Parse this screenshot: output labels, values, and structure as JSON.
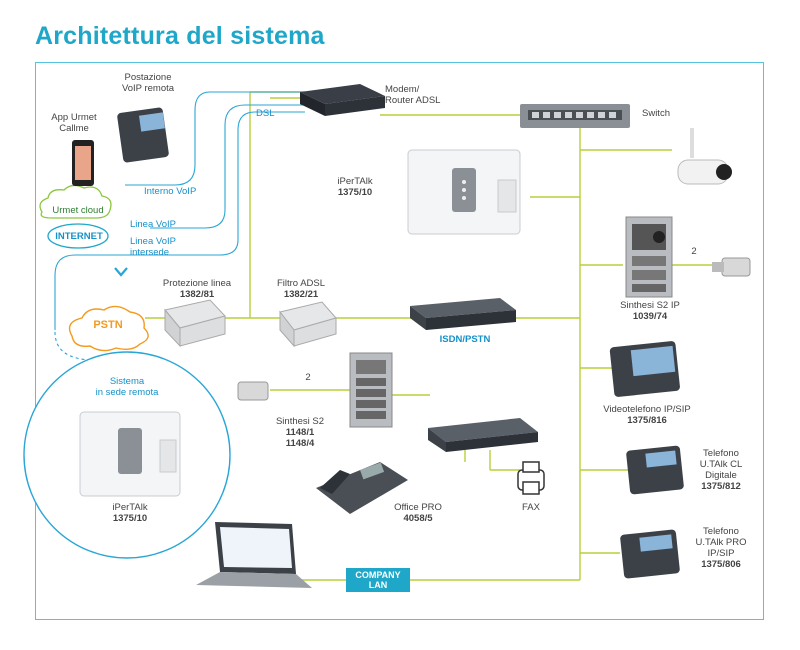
{
  "title": "Architettura del sistema",
  "labels": {
    "postazione_voip": [
      "Postazione",
      "VoIP remota"
    ],
    "app_urmet": [
      "App Urmet",
      "Callme"
    ],
    "modem": [
      "Modem/",
      "Router ADSL"
    ],
    "switch": "Switch",
    "dsl": "DSL",
    "interno_voip": "Interno VoIP",
    "linea_voip": "Linea VoIP",
    "linea_voip_intersede": [
      "Linea VoIP",
      "intersede"
    ],
    "urmet_cloud": "Urmet cloud",
    "internet": "INTERNET",
    "ipertalk_main": [
      "iPerTAlk",
      "1375/10"
    ],
    "protezione_linea": [
      "Protezione linea",
      "1382/81"
    ],
    "filtro_adsl": [
      "Filtro ADSL",
      "1382/21"
    ],
    "pstn": "PSTN",
    "isdn_pstn": "ISDN/PSTN",
    "sinthesi_s2ip": [
      "Sinthesi S2 IP",
      "1039/74"
    ],
    "wire_count_1": "2",
    "wire_count_2": "2",
    "videotelefono": [
      "Videotelefono IP/SIP",
      "1375/816"
    ],
    "sistema_remota": [
      "Sistema",
      "in sede remota"
    ],
    "ipertalk_remote": [
      "iPerTAlk",
      "1375/10"
    ],
    "sinthesi_s2": [
      "Sinthesi S2",
      "1148/1",
      "1148/4"
    ],
    "office_pro": [
      "Office PRO",
      "4058/5"
    ],
    "fax": "FAX",
    "telefono_cl": [
      "Telefono",
      "U.TAlk CL",
      "Digitale",
      "1375/812"
    ],
    "telefono_pro": [
      "Telefono",
      "U.TAlk PRO",
      "IP/SIP",
      "1375/806"
    ],
    "company_lan": [
      "COMPANY",
      "LAN"
    ]
  },
  "colors": {
    "accent": "#1ea7c9",
    "line_green": "#b7cf3a",
    "pstn": "#f39a1f"
  }
}
